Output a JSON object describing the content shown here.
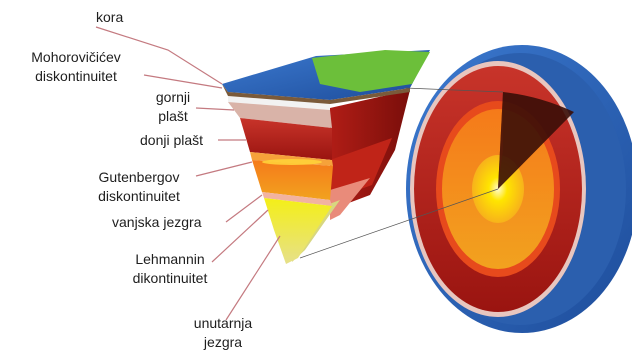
{
  "labels": {
    "kora": "kora",
    "moho_line1": "Mohorovičićev",
    "moho_line2": "diskontinuitet",
    "gornji_line1": "gornji",
    "gornji_line2": "plašt",
    "donji": "donji plašt",
    "gutenberg_line1": "Gutenbergov",
    "gutenberg_line2": "diskontinuitet",
    "vanjska": "vanjska jezgra",
    "lehmann_line1": "Lehmannin",
    "lehmann_line2": "dikontinuitet",
    "unutarnja_line1": "unutarnja",
    "unutarnja_line2": "jezgra"
  },
  "colors": {
    "ocean": "#2a63b8",
    "land": "#6cbf3a",
    "crust": "#7a5a3a",
    "upper_mantle": "#d9b3a8",
    "lower_mantle": "#b3201a",
    "outer_core": "#f08a1c",
    "inner_core": "#f4f000",
    "leader_line": "#c47a80"
  }
}
